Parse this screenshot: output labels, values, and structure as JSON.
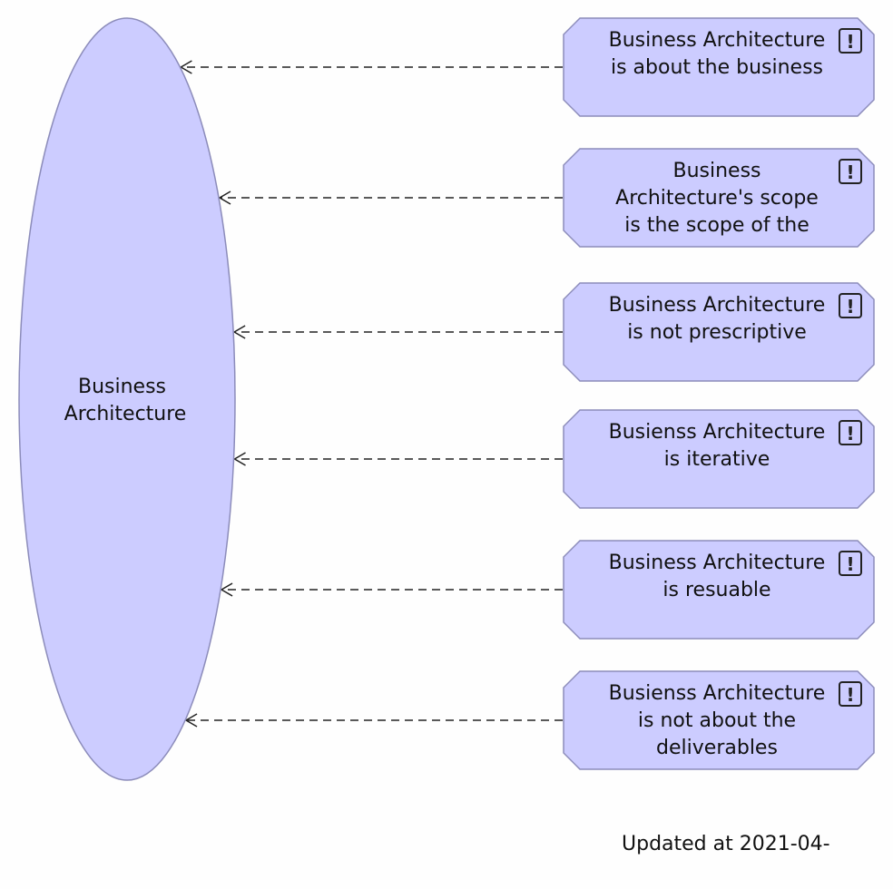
{
  "central_node": {
    "label_lines": [
      "Business",
      "Architecture"
    ]
  },
  "principles": [
    {
      "label_lines": [
        "Business Architecture",
        "is about the business"
      ],
      "icon": "exclamation-icon"
    },
    {
      "label_lines": [
        "Business",
        "Architecture's scope",
        "is the scope of the"
      ],
      "icon": "exclamation-icon"
    },
    {
      "label_lines": [
        "Business Architecture",
        "is not prescriptive"
      ],
      "icon": "exclamation-icon"
    },
    {
      "label_lines": [
        "Busienss Architecture",
        "is iterative"
      ],
      "icon": "exclamation-icon"
    },
    {
      "label_lines": [
        "Business Architecture",
        "is resuable"
      ],
      "icon": "exclamation-icon"
    },
    {
      "label_lines": [
        "Busienss Architecture",
        "is not about the",
        "deliverables"
      ],
      "icon": "exclamation-icon"
    }
  ],
  "badge_glyph": "!",
  "footer": {
    "text": "Updated at 2021-04-"
  },
  "colors": {
    "node_fill": "#ccccff",
    "node_stroke": "#8c8cba",
    "edge": "#222222"
  }
}
